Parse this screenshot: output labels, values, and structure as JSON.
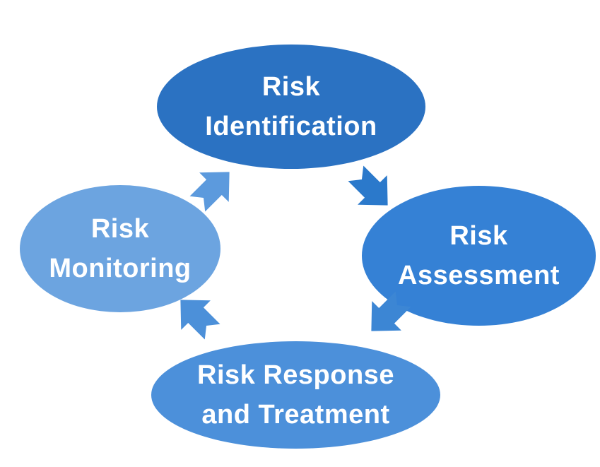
{
  "diagram": {
    "type": "cycle-diagram",
    "background_color": "#ffffff",
    "text_color": "#ffffff",
    "nodes": [
      {
        "id": "risk-identification",
        "label": "Risk Identification",
        "label_line1": "Risk",
        "label_line2": "Identification",
        "fill": "#2b72c2",
        "position": "top"
      },
      {
        "id": "risk-assessment",
        "label": "Risk Assessment",
        "label_line1": "Risk",
        "label_line2": "Assessment",
        "fill": "#3581d5",
        "position": "right"
      },
      {
        "id": "risk-response-and-treatment",
        "label": "Risk Response and Treatment",
        "label_line1": "Risk Response",
        "label_line2": "and Treatment",
        "fill": "#4c90da",
        "position": "bottom"
      },
      {
        "id": "risk-monitoring",
        "label": "Risk Monitoring",
        "label_line1": "Risk",
        "label_line2": "Monitoring",
        "fill": "#6ca4e0",
        "position": "left"
      }
    ],
    "arrows": [
      {
        "id": "identification-to-assessment",
        "from": "risk-identification",
        "to": "risk-assessment",
        "direction": "southeast",
        "fill": "#2b79cb"
      },
      {
        "id": "assessment-to-response",
        "from": "risk-assessment",
        "to": "risk-response-and-treatment",
        "direction": "southwest",
        "fill": "#3c86d4"
      },
      {
        "id": "response-to-monitoring",
        "from": "risk-response-and-treatment",
        "to": "risk-monitoring",
        "direction": "northwest",
        "fill": "#4c90d9"
      },
      {
        "id": "monitoring-to-identification",
        "from": "risk-monitoring",
        "to": "risk-identification",
        "direction": "northeast",
        "fill": "#5c9add"
      }
    ]
  }
}
